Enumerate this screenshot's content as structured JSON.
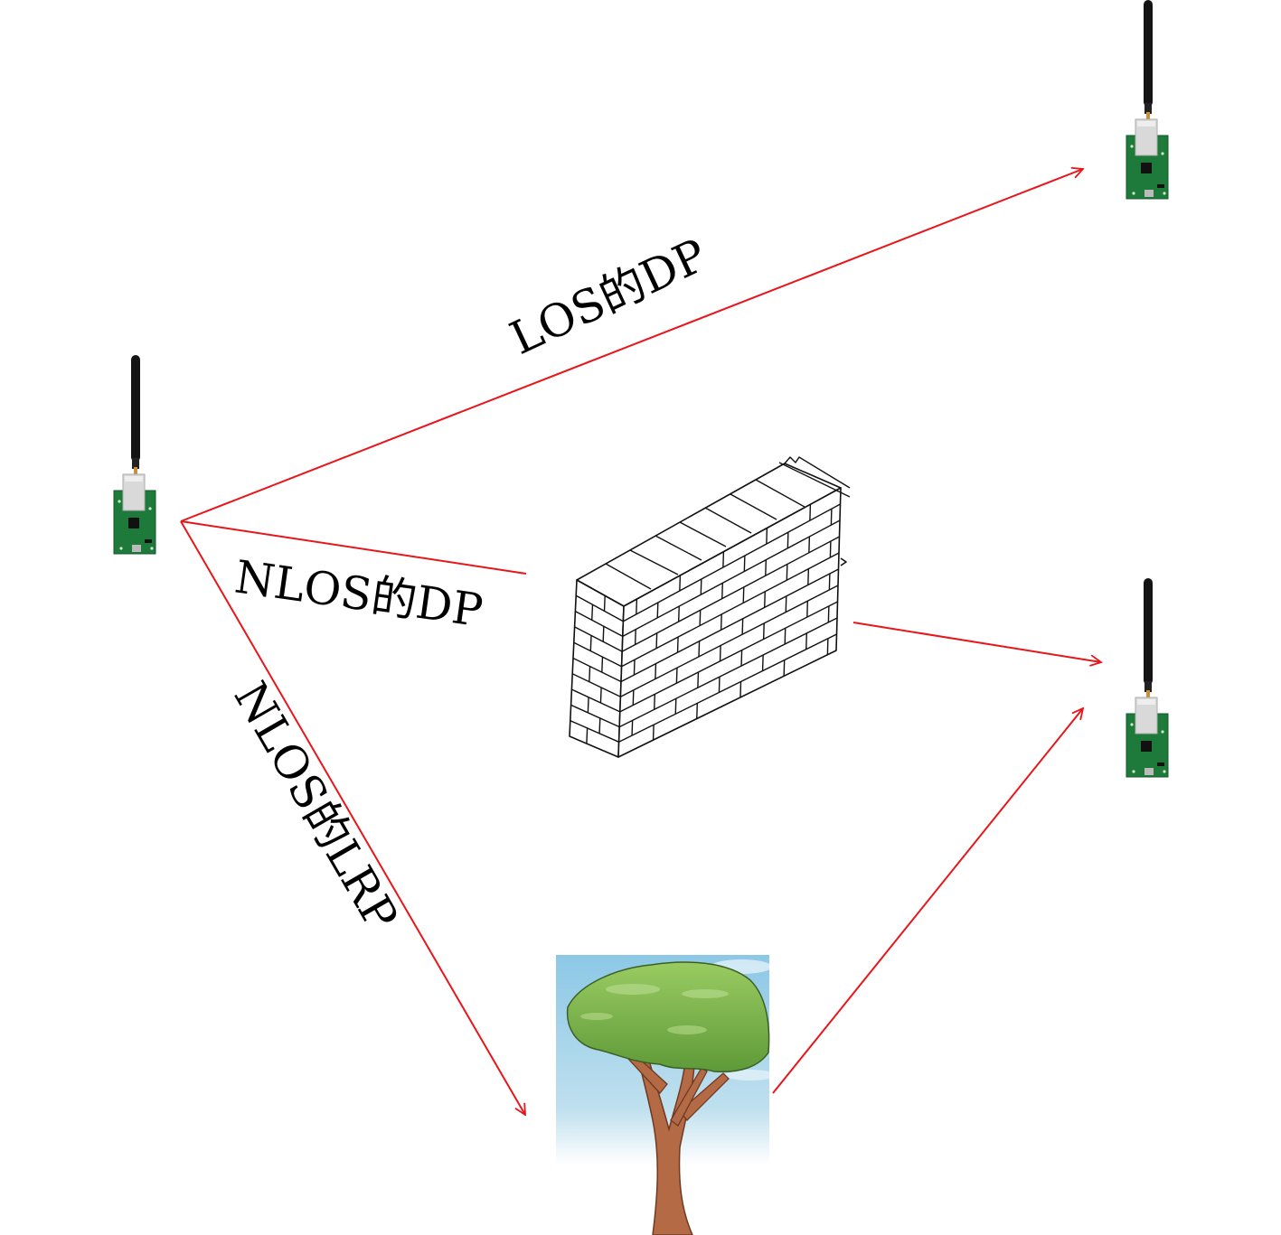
{
  "diagram": {
    "title": "",
    "colors": {
      "path": "#e8161b",
      "board": "#1e7a3a",
      "antenna": "#141414",
      "module": "#d9d9d9",
      "sky_top": "#8cc8e6",
      "sky_bottom": "#ffffff",
      "foliage": "#7fb548",
      "foliage_dark": "#5c9436",
      "trunk": "#b56a46",
      "wall_line": "#111111"
    },
    "nodes": [
      {
        "id": "tx",
        "label": "",
        "kind": "transmitter-node",
        "icon": "wireless-board-icon"
      },
      {
        "id": "rx1",
        "label": "",
        "kind": "receiver-node",
        "icon": "wireless-board-icon"
      },
      {
        "id": "rx2",
        "label": "",
        "kind": "receiver-node",
        "icon": "wireless-board-icon"
      },
      {
        "id": "wall",
        "label": "",
        "kind": "obstacle",
        "icon": "brick-wall-icon"
      },
      {
        "id": "tree",
        "label": "",
        "kind": "reflector",
        "icon": "tree-icon"
      }
    ],
    "edges": [
      {
        "id": "los-dp",
        "from": "tx",
        "to": "rx1",
        "label": "LOS的DP"
      },
      {
        "id": "nlos-dp-in",
        "from": "tx",
        "to": "wall",
        "label": "NLOS的DP"
      },
      {
        "id": "nlos-dp-out",
        "from": "wall",
        "to": "rx2",
        "label": ""
      },
      {
        "id": "nlos-lrp-in",
        "from": "tx",
        "to": "tree",
        "label": "NLOS的LRP"
      },
      {
        "id": "nlos-lrp-out",
        "from": "tree",
        "to": "rx2",
        "label": ""
      }
    ]
  }
}
